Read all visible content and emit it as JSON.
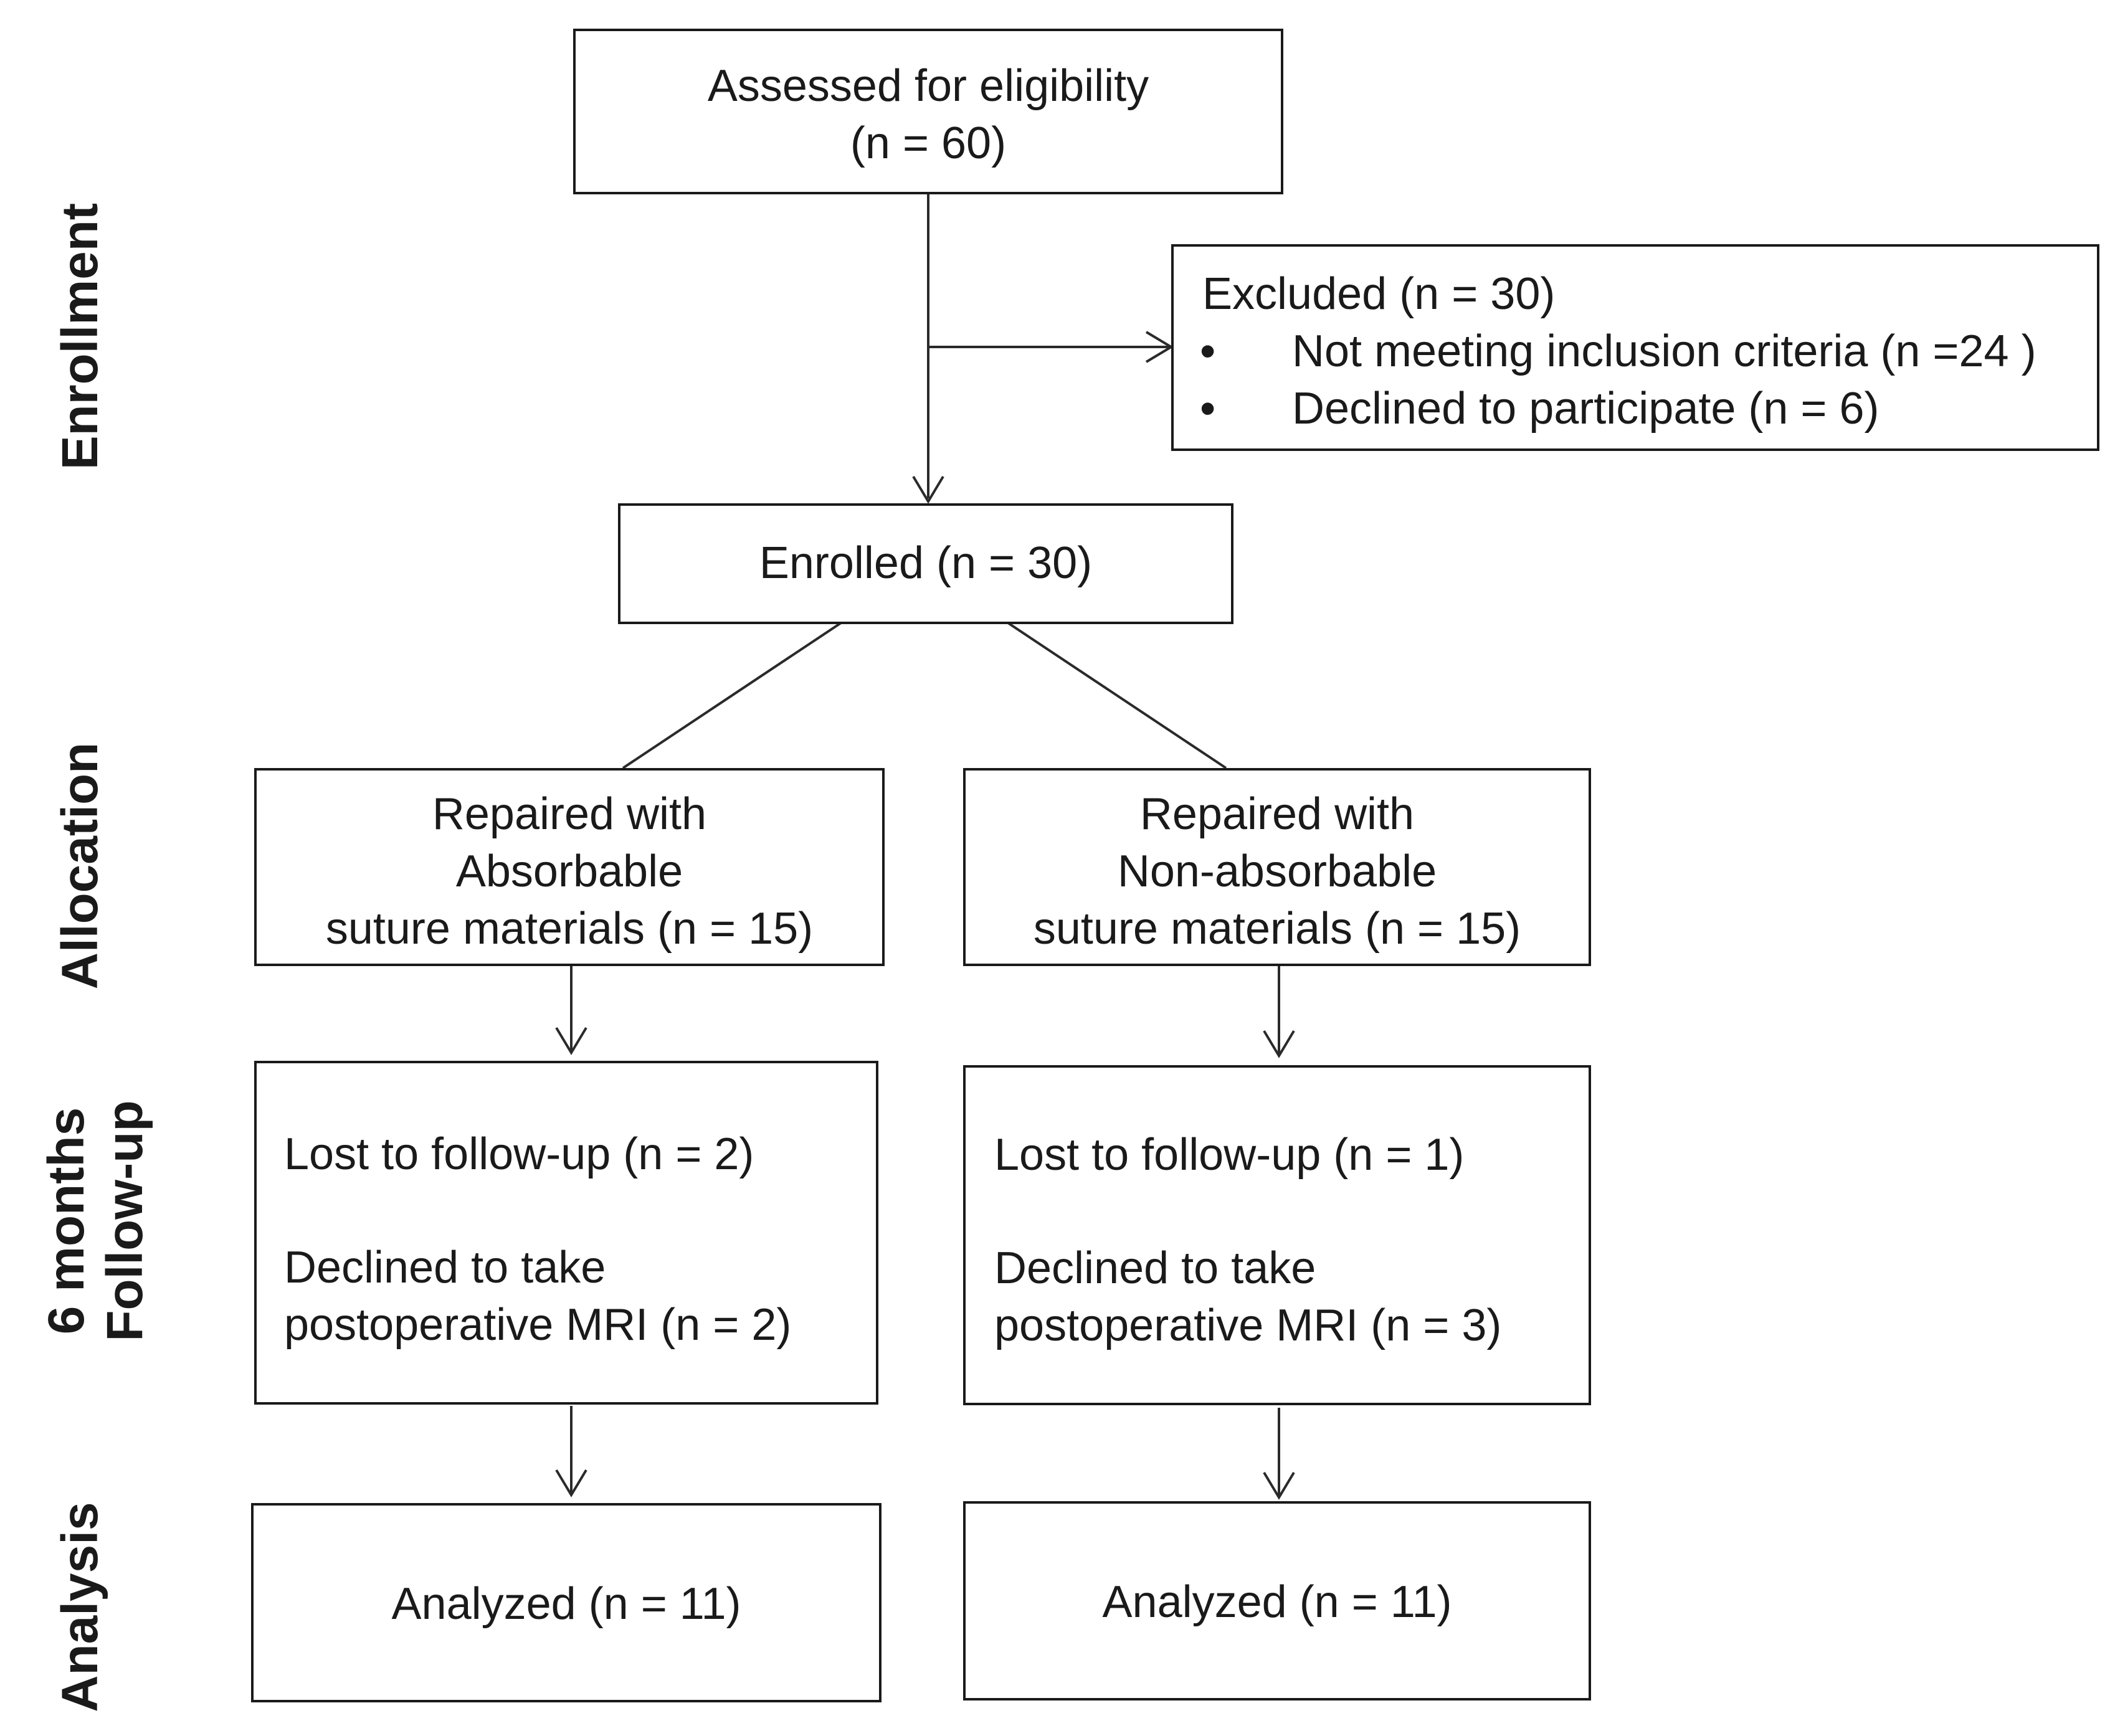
{
  "stages": {
    "enrollment": "Enrollment",
    "allocation": "Allocation",
    "followup_line1": "6 months",
    "followup_line2": "Follow-up",
    "analysis": "Analysis"
  },
  "assessed": {
    "line1": "Assessed for eligibility",
    "line2": "(n = 60)"
  },
  "excluded": {
    "title": "Excluded (n = 30)",
    "items": [
      "Not meeting inclusion criteria (n =24 )",
      "Declined to participate (n = 6)"
    ],
    "bullet": "•"
  },
  "enrolled": {
    "label": "Enrolled (n = 30)"
  },
  "arm_absorbable": {
    "allocation": [
      "Repaired with",
      "Absorbable",
      "suture materials (n = 15)"
    ],
    "lost": "Lost to follow-up (n = 2)",
    "declined": [
      "Declined to take",
      "postoperative MRI (n = 2)"
    ],
    "analyzed": "Analyzed (n = 11)"
  },
  "arm_nonabsorbable": {
    "allocation": [
      "Repaired with",
      "Non-absorbable",
      "suture materials (n = 15)"
    ],
    "lost": "Lost to follow-up (n = 1)",
    "declined": [
      "Declined to take",
      "postoperative MRI (n = 3)"
    ],
    "analyzed": "Analyzed (n = 11)"
  }
}
